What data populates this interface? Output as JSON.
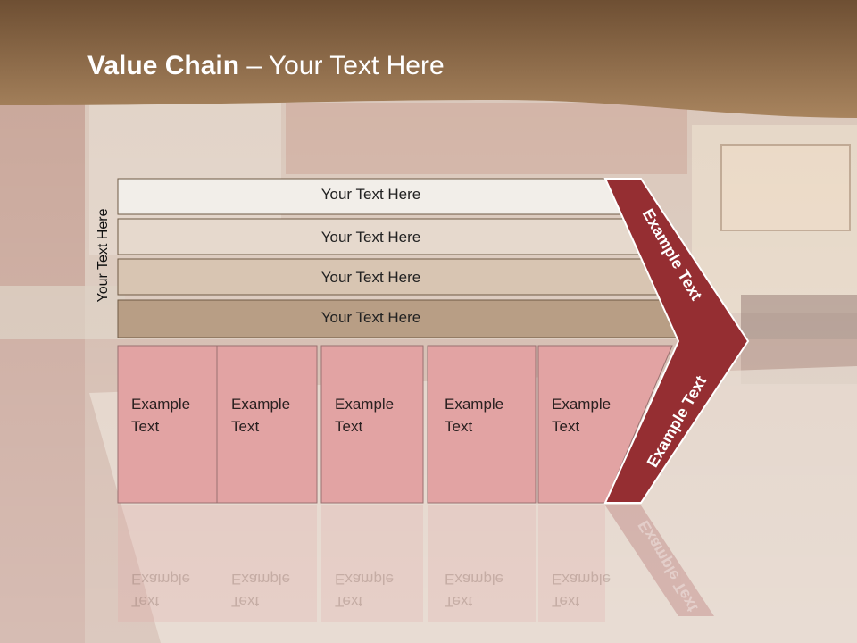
{
  "title": {
    "bold": "Value Chain",
    "rest": " – Your Text Here"
  },
  "side_label": "Your Text Here",
  "bars": [
    {
      "label": "Your Text Here",
      "color": "#f2eee9"
    },
    {
      "label": "Your Text Here",
      "color": "#e6d9cd"
    },
    {
      "label": "Your Text Here",
      "color": "#d8c5b2"
    },
    {
      "label": "Your Text Here",
      "color": "#b89e85"
    }
  ],
  "boxes": [
    {
      "line1": "Example",
      "line2": "Text"
    },
    {
      "line1": "Example",
      "line2": "Text"
    },
    {
      "line1": "Example",
      "line2": "Text"
    },
    {
      "line1": "Example",
      "line2": "Text"
    },
    {
      "line1": "Example",
      "line2": "Text"
    }
  ],
  "arrow_upper_label": "Example Text",
  "arrow_lower_label": "Example Text",
  "colors": {
    "header": "#8f6d4a",
    "box_fill": "#e2a3a3",
    "arrow_fill": "#952e32",
    "bar_border": "#6f5a45"
  }
}
